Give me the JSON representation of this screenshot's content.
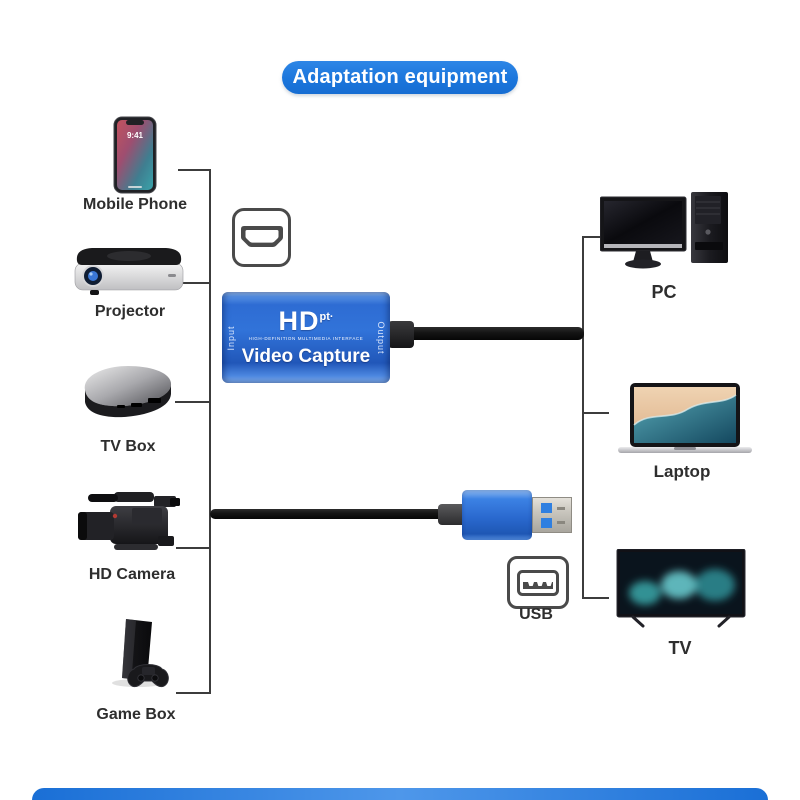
{
  "title": "Adaptation equipment",
  "device": {
    "logo": "HD",
    "logo_superscript": "pt·",
    "caption": "HIGH-DEFINITION MULTIMEDIA INTERFACE",
    "name": "Video Capture",
    "side_left": "Input",
    "side_right": "Output"
  },
  "sources": [
    {
      "label": "Mobile Phone"
    },
    {
      "label": "Projector"
    },
    {
      "label": "TV Box"
    },
    {
      "label": "HD Camera"
    },
    {
      "label": "Game Box"
    }
  ],
  "outputs": [
    {
      "label": "PC"
    },
    {
      "label": "Laptop"
    },
    {
      "label": "TV"
    }
  ],
  "ports": {
    "hdmi_icon": "hdmi-port-icon",
    "usb_icon": "usb-port-icon",
    "usb_label": "USB"
  },
  "colors": {
    "accent_blue": "#1b76dc",
    "device_blue": "#2e6fd8",
    "line_gray": "#3c3c3c",
    "cable_black": "#141414"
  }
}
